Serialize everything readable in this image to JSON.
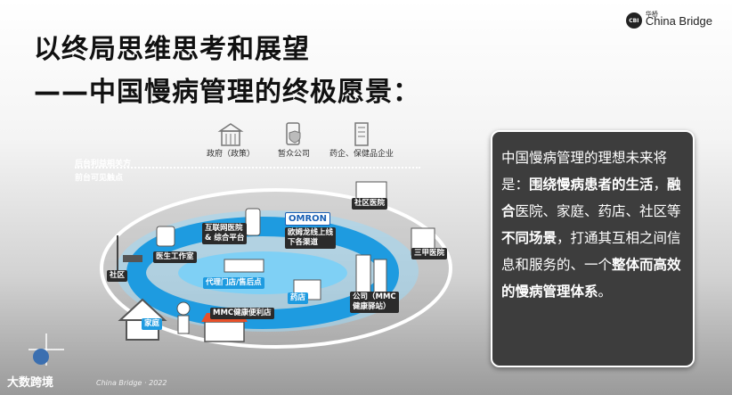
{
  "title": {
    "line1": "以终局思维思考和展望",
    "line2": "——中国慢病管理的终极愿景："
  },
  "brand": {
    "mark": "CBI",
    "cn": "华桥",
    "name": "China Bridge"
  },
  "stakeholders": [
    {
      "label": "政府（政策）",
      "icon": "government-icon"
    },
    {
      "label": "暂众公司",
      "icon": "phone-shield-icon"
    },
    {
      "label": "药企、保健品企业",
      "icon": "building-icon"
    }
  ],
  "side_labels": {
    "back": "后台利益相关方",
    "front": "前台可见触点"
  },
  "nodes": {
    "community": "社区",
    "doctor_studio": "医生工作室",
    "internet_hospital": "互联网医院\n& 综合平台",
    "omron_logo": "OMRON",
    "omron_channel": "欧姆龙线上线\n下各渠道",
    "community_hospital": "社区医院",
    "tertiary_hospital": "三甲医院",
    "agency_store": "代理门店/售后点",
    "pharmacy": "药店",
    "company": "公司（MMC\n健康驿站）",
    "home": "家庭",
    "mmc_store": "MMC健康便利店"
  },
  "panel": {
    "p1": "中国慢病管理的理想未来将是：",
    "b1": "围绕慢病患者的生活",
    "p2": "，",
    "b2": "融合",
    "p3": "医院、家庭、药店、社区等",
    "b3": "不同场景",
    "p4": "，打通其互相之间信息和服务的、一个",
    "b4": "整体而高效的慢病管理体系",
    "p5": "。"
  },
  "footer": {
    "watermark": "大数跨境",
    "copyright": "China Bridge · 2022"
  },
  "colors": {
    "ring_blue": "#1e9be0",
    "ring_light": "#7fd0f5",
    "panel_bg": "#3d3d3d",
    "label_dark": "#2b2b2b"
  }
}
